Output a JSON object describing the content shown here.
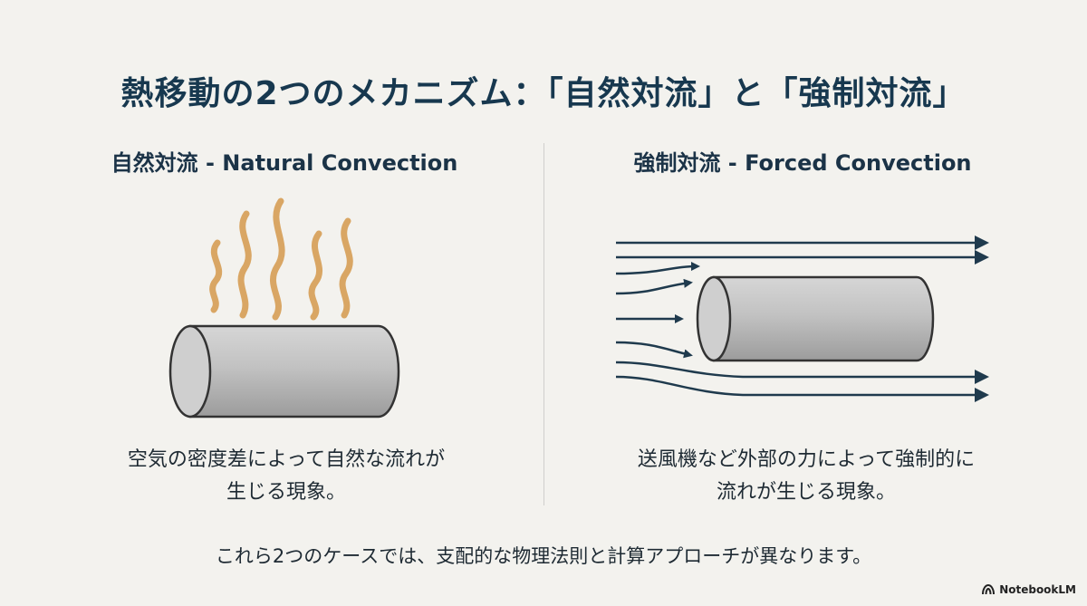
{
  "title": "熱移動の2つのメカニズム：「自然対流」と「強制対流」",
  "natural": {
    "heading": "自然対流 - Natural Convection",
    "desc_line1": "空気の密度差によって自然な流れが",
    "desc_line2": "生じる現象。"
  },
  "forced": {
    "heading": "強制対流 - Forced Convection",
    "desc_line1": "送風機など外部の力によって強制的に",
    "desc_line2": "流れが生じる現象。"
  },
  "footer": "これら2つのケースでは、支配的な物理法則と計算アプローチが異なります。",
  "brand": "NotebookLM",
  "colors": {
    "title": "#17384f",
    "heat_wave": "#d9a664",
    "arrow": "#1f3a4d",
    "cylinder": "#c4c4c4"
  }
}
